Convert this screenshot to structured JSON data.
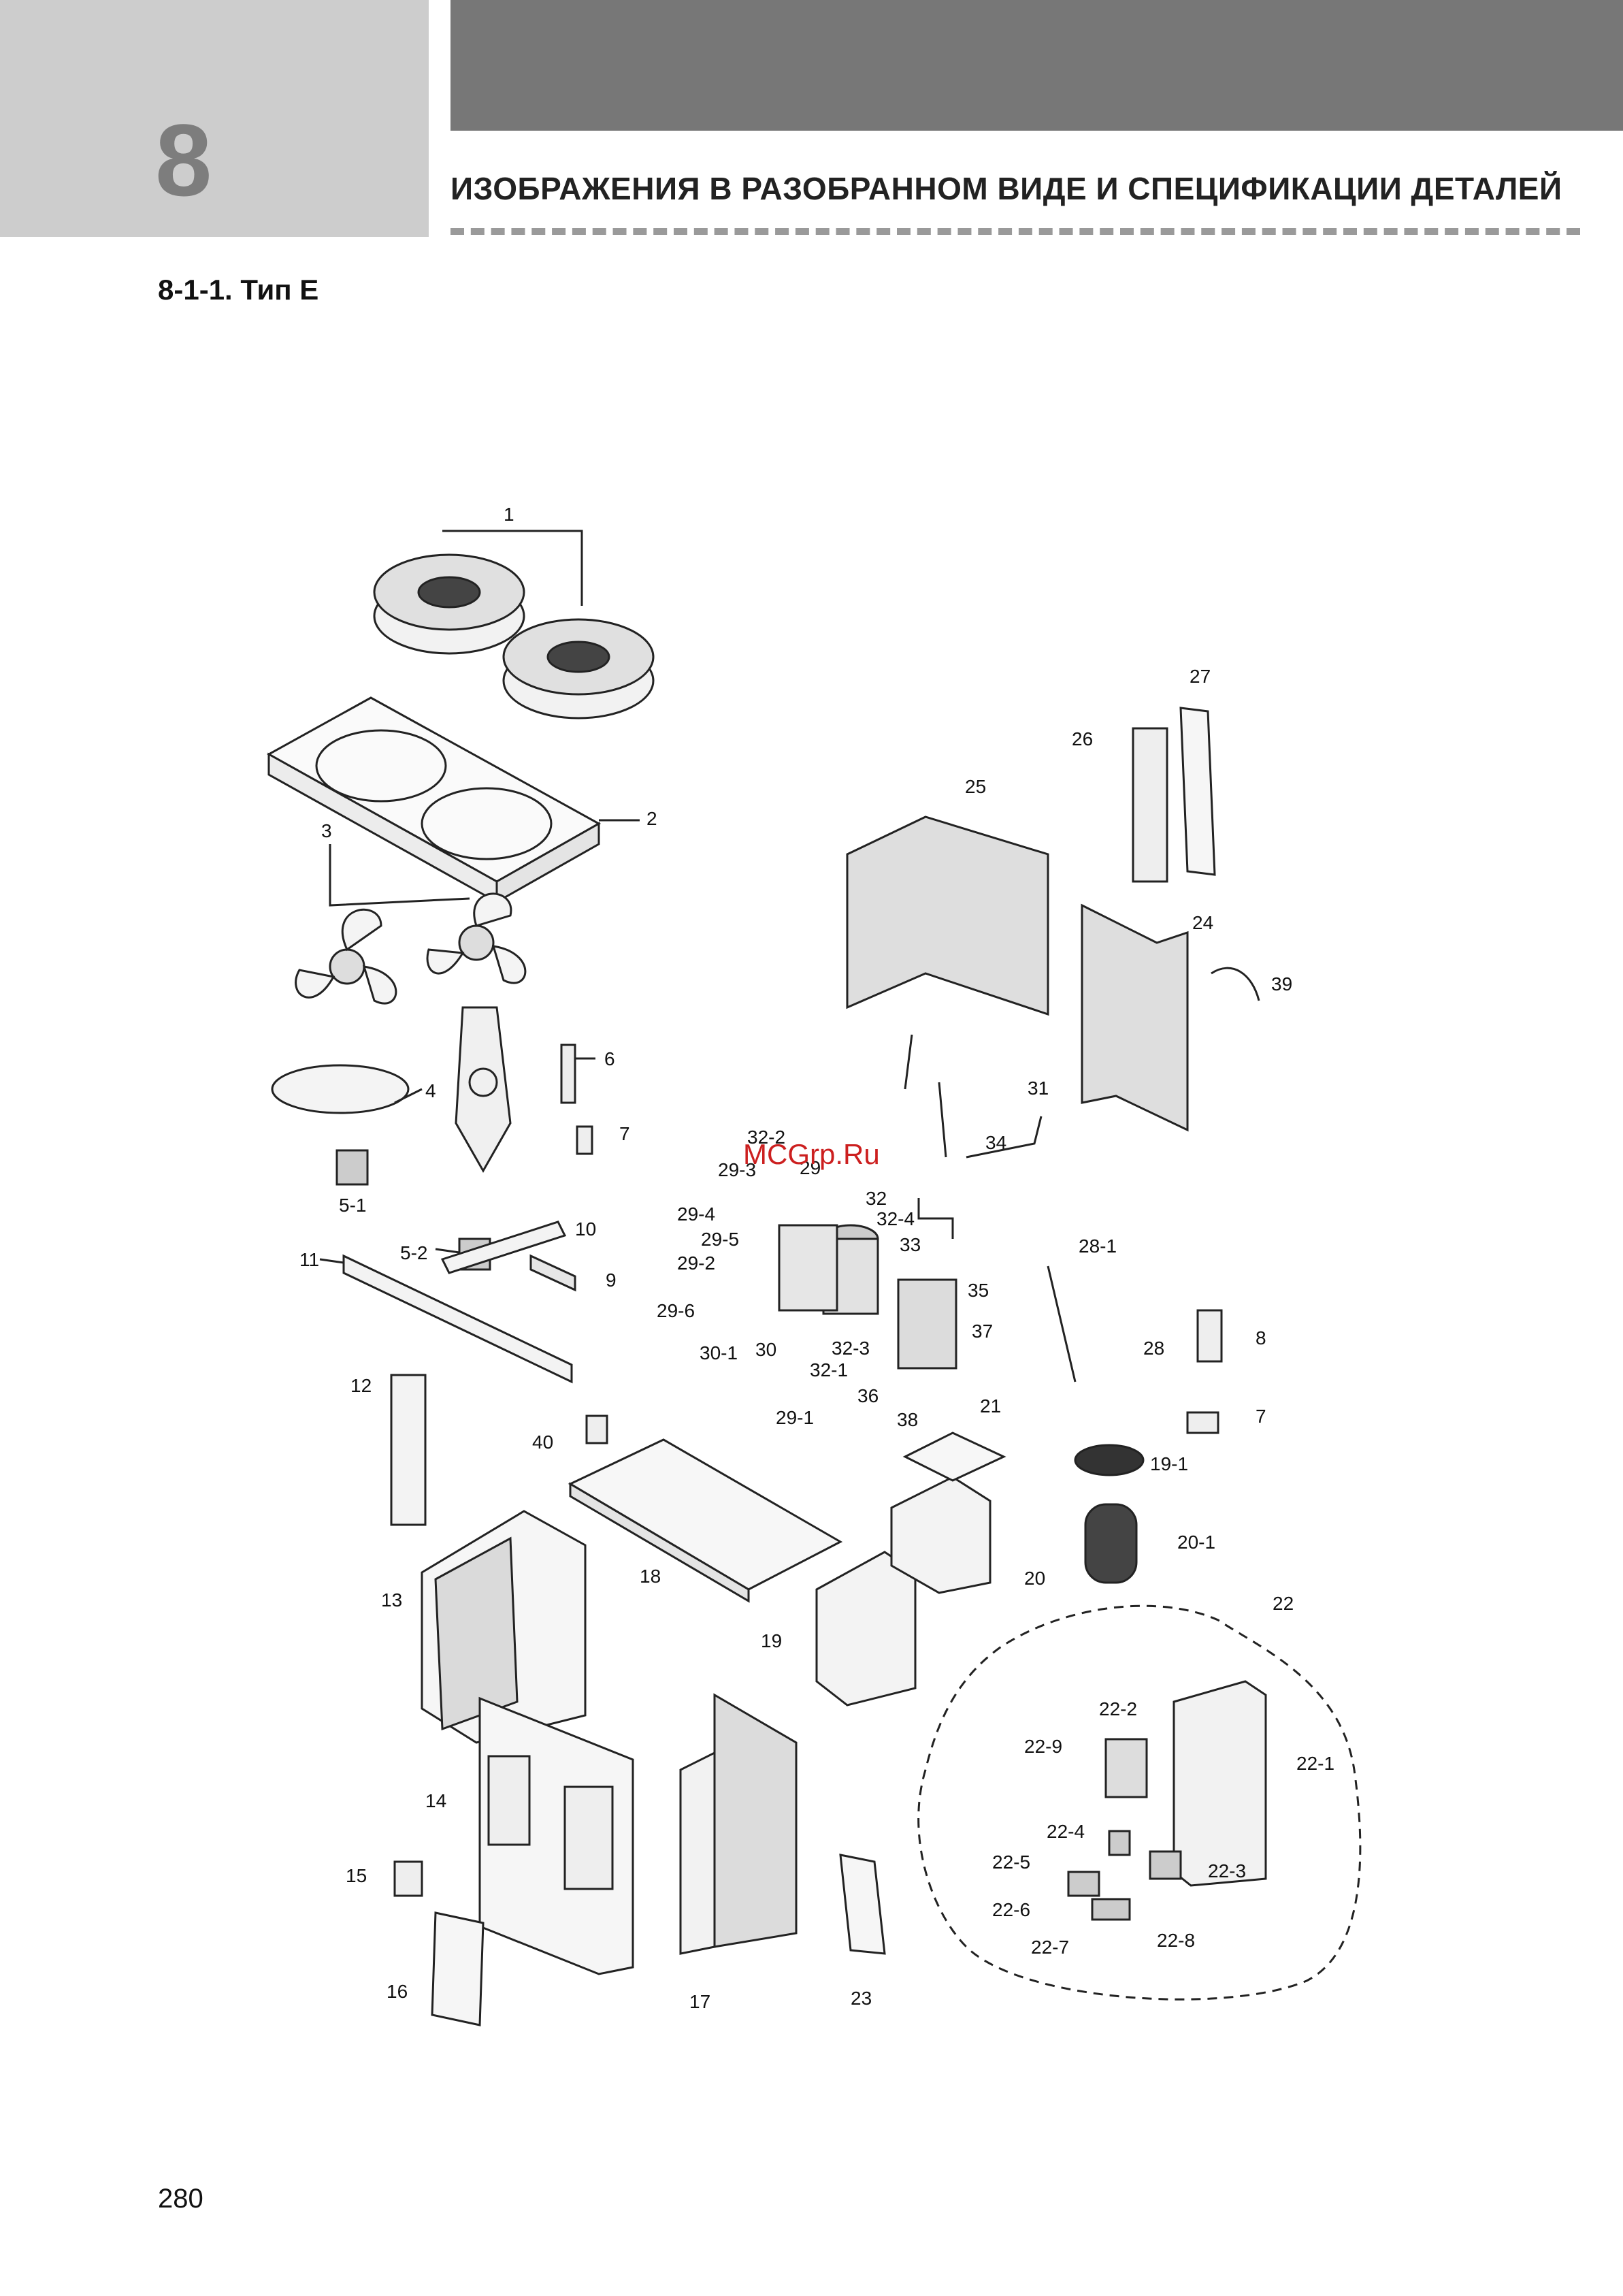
{
  "header": {
    "chapter_number": "8",
    "title": "ИЗОБРАЖЕНИЯ В РАЗОБРАННОМ ВИДЕ И СПЕЦИФИКАЦИИ ДЕТАЛЕЙ"
  },
  "section": {
    "title": "8-1-1. Тип E"
  },
  "watermark": "MCGrp.Ru",
  "page_number": "280",
  "labels": [
    "1",
    "2",
    "3",
    "4",
    "5-1",
    "5-2",
    "6",
    "7",
    "8",
    "9",
    "10",
    "11",
    "12",
    "13",
    "14",
    "15",
    "16",
    "17",
    "18",
    "19",
    "19-1",
    "20",
    "20-1",
    "21",
    "22",
    "22-1",
    "22-2",
    "22-3",
    "22-4",
    "22-5",
    "22-6",
    "22-7",
    "22-8",
    "22-9",
    "23",
    "24",
    "25",
    "26",
    "27",
    "28",
    "28-1",
    "29",
    "29-1",
    "29-2",
    "29-3",
    "29-4",
    "29-5",
    "29-6",
    "30",
    "30-1",
    "31",
    "32",
    "32-1",
    "32-2",
    "32-3",
    "32-4",
    "33",
    "34",
    "35",
    "36",
    "37",
    "38",
    "39",
    "40",
    "7"
  ]
}
